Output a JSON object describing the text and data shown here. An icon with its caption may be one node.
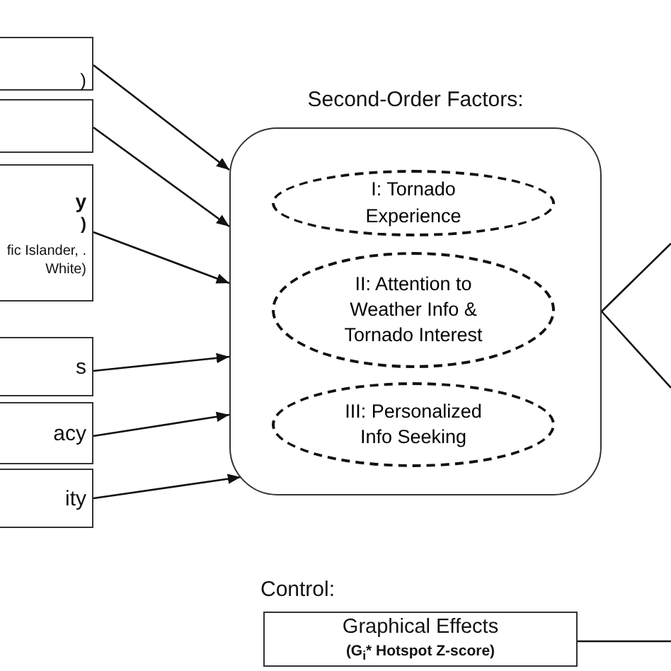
{
  "diagram": {
    "nodes": [
      {
        "text": [
          ")"
        ]
      },
      {
        "text": [],
        "shape": "box"
      },
      {
        "text": [
          "y",
          ")",
          "fic Islander, . White)"
        ]
      },
      {
        "text": [
          "s"
        ]
      },
      {
        "text": [
          "acy"
        ]
      },
      {
        "text": [
          "ity"
        ]
      },
      {
        "text": [
          "Second-Order Factors:"
        ]
      },
      {
        "text": [
          "I: Tornado Experience"
        ],
        "in": 6
      },
      {
        "text": [
          "II: Attention to Weather Info & Tornado Interest"
        ],
        "in": 6
      },
      {
        "text": [
          "III: Personalized Info Seeking"
        ],
        "in": 6
      },
      {
        "text": [
          "Control:",
          "Graphical Effects",
          "(G$_{i}$* Hotspot Z-score)"
        ]
      }
    ],
    "edges": [
      {
        "from": 0,
        "to": 6,
        "arrow": "to"
      },
      {
        "from": 1,
        "to": 6,
        "arrow": "to"
      },
      {
        "from": 2,
        "to": 6,
        "arrow": "to"
      },
      {
        "from": 3,
        "to": 6,
        "arrow": "to"
      },
      {
        "from": 4,
        "to": 6,
        "arrow": "to"
      },
      {
        "from": 5,
        "to": 6,
        "arrow": "to"
      },
      {
        "from": 6,
        "to": null,
        "arrow": "none"
      },
      {
        "from": 6,
        "to": null,
        "arrow": "none"
      },
      {
        "from": 10,
        "to": null,
        "arrow": "none"
      }
    ]
  }
}
